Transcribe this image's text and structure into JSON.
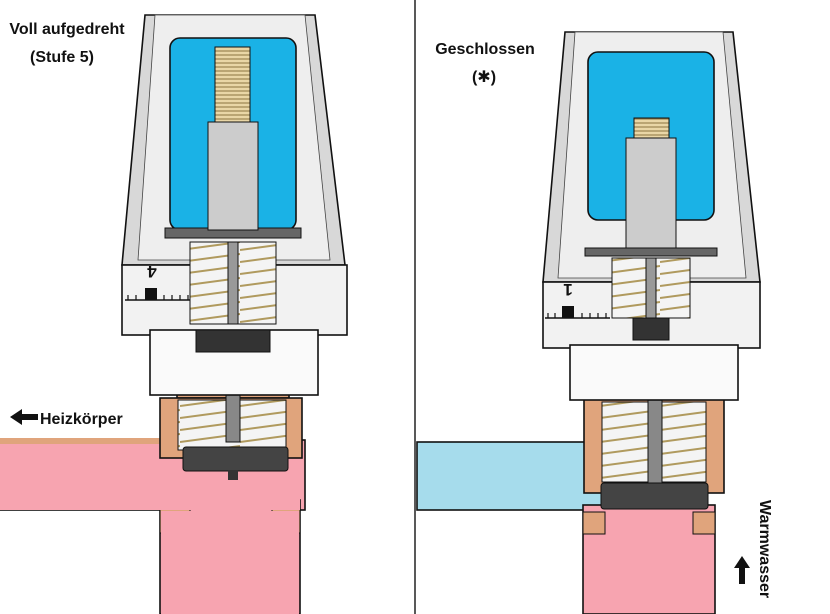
{
  "left": {
    "title_line1": "Voll aufgedreht",
    "title_line2": "(Stufe 5)",
    "dial_number": "4",
    "outlet_label": "Heizkörper"
  },
  "right": {
    "title_line1": "Geschlossen",
    "title_line2": "(✱)",
    "dial_number": "1",
    "inlet_label": "Warmwasser"
  },
  "colors": {
    "cap_grey": "#d8d8d8",
    "fluid_blue": "#1ab2e6",
    "hot_water": "#f7a4b0",
    "cold_water": "#a6dcec",
    "brass": "#e0a47c",
    "spring": "#cbb37a",
    "seal": "#444444"
  }
}
